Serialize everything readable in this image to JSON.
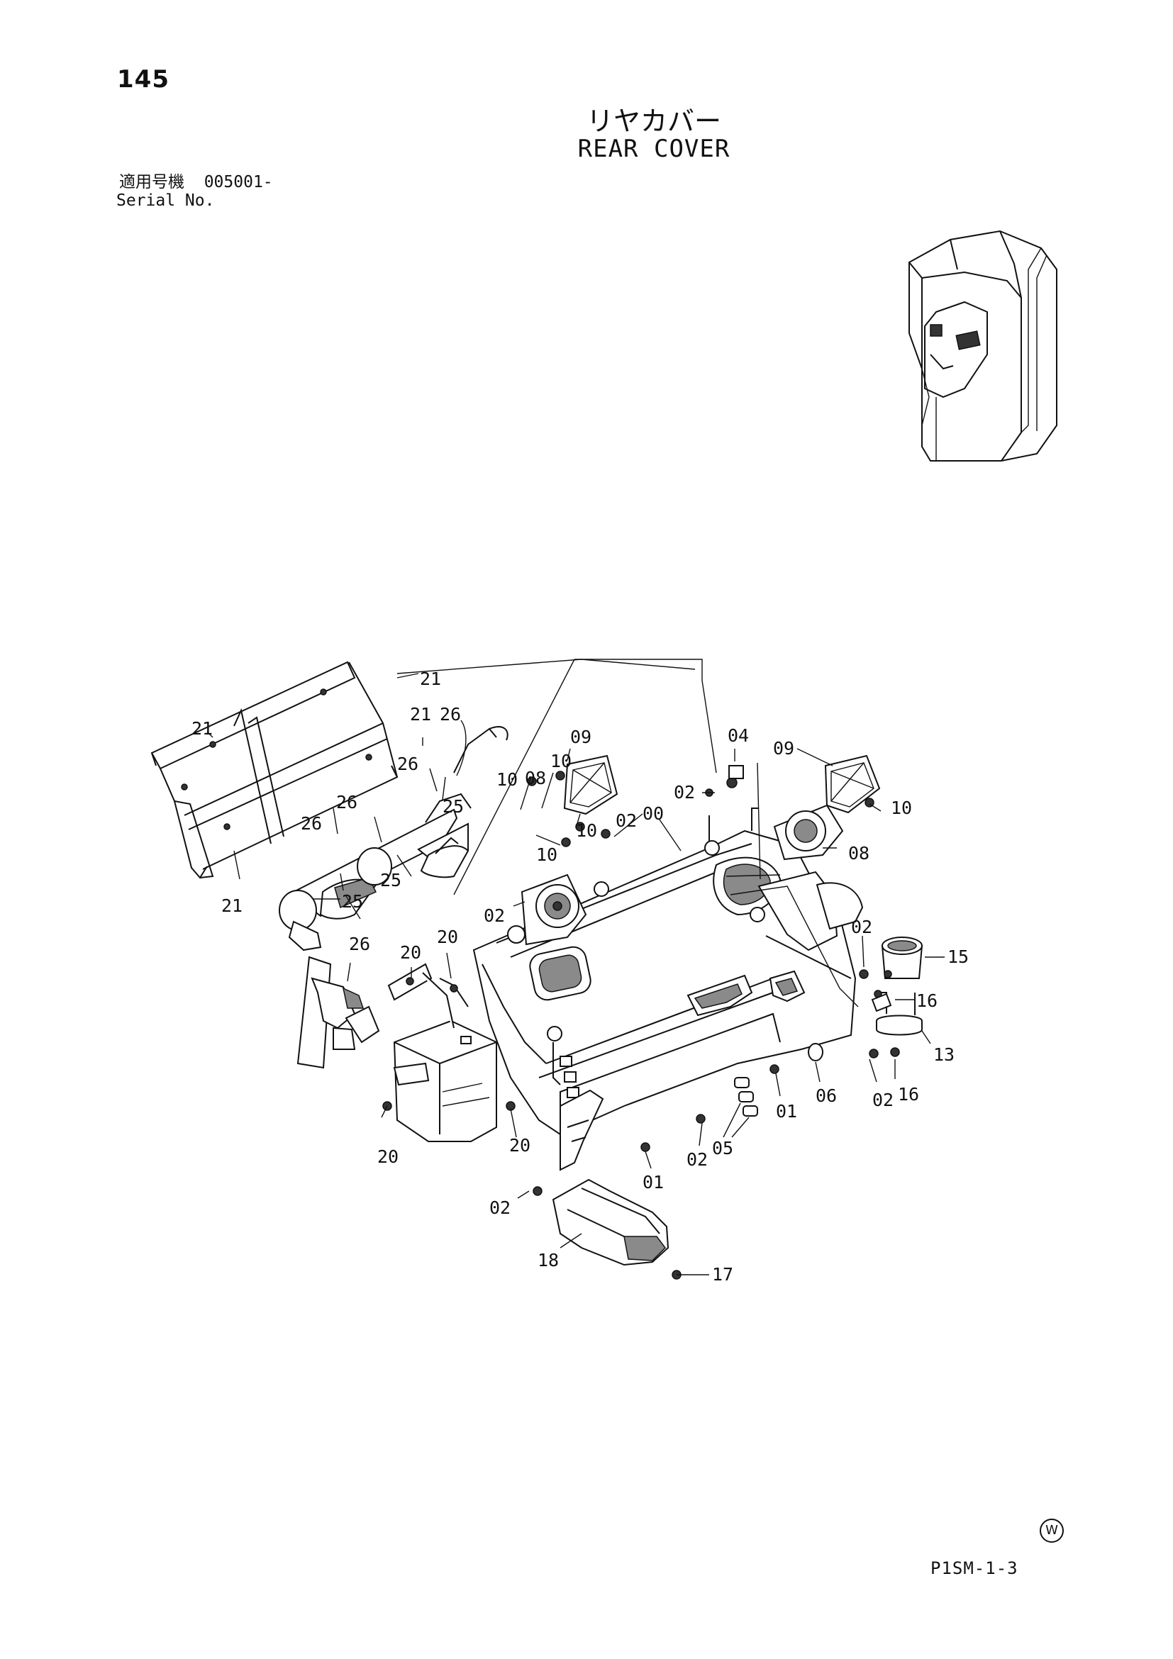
{
  "page": {
    "number": "145",
    "title_jp": "リヤカバー",
    "title_en": "REAR COVER",
    "serial_label_jp": "適用号機",
    "serial_value": "005001-",
    "serial_label_en": "Serial No.",
    "mark": "W",
    "code": "P1SM-1-3"
  },
  "callouts": [
    {
      "id": "c21a",
      "text": "21"
    },
    {
      "id": "c21b",
      "text": "21"
    },
    {
      "id": "c21c",
      "text": "21"
    },
    {
      "id": "c21d",
      "text": "21"
    },
    {
      "id": "c26a",
      "text": "26"
    },
    {
      "id": "c26b",
      "text": "26"
    },
    {
      "id": "c26c",
      "text": "26"
    },
    {
      "id": "c26d",
      "text": "26"
    },
    {
      "id": "c26e",
      "text": "26"
    },
    {
      "id": "c25a",
      "text": "25"
    },
    {
      "id": "c25b",
      "text": "25"
    },
    {
      "id": "c25c",
      "text": "25"
    },
    {
      "id": "c10a",
      "text": "10"
    },
    {
      "id": "c08a",
      "text": "08"
    },
    {
      "id": "c10b",
      "text": "10"
    },
    {
      "id": "c09a",
      "text": "09"
    },
    {
      "id": "c10c",
      "text": "10"
    },
    {
      "id": "c10d",
      "text": "10"
    },
    {
      "id": "c02a",
      "text": "02"
    },
    {
      "id": "c00",
      "text": "00"
    },
    {
      "id": "c04",
      "text": "04"
    },
    {
      "id": "c02b",
      "text": "02"
    },
    {
      "id": "c09b",
      "text": "09"
    },
    {
      "id": "c08b",
      "text": "08"
    },
    {
      "id": "c10e",
      "text": "10"
    },
    {
      "id": "c02c",
      "text": "02"
    },
    {
      "id": "c02d",
      "text": "02"
    },
    {
      "id": "c15",
      "text": "15"
    },
    {
      "id": "c16a",
      "text": "16"
    },
    {
      "id": "c13",
      "text": "13"
    },
    {
      "id": "c16b",
      "text": "16"
    },
    {
      "id": "c02e",
      "text": "02"
    },
    {
      "id": "c06",
      "text": "06"
    },
    {
      "id": "c01a",
      "text": "01"
    },
    {
      "id": "c05",
      "text": "05"
    },
    {
      "id": "c02f",
      "text": "02"
    },
    {
      "id": "c01b",
      "text": "01"
    },
    {
      "id": "c20a",
      "text": "20"
    },
    {
      "id": "c20b",
      "text": "20"
    },
    {
      "id": "c20c",
      "text": "20"
    },
    {
      "id": "c20d",
      "text": "20"
    },
    {
      "id": "c02g",
      "text": "02"
    },
    {
      "id": "c18",
      "text": "18"
    },
    {
      "id": "c17",
      "text": "17"
    }
  ]
}
